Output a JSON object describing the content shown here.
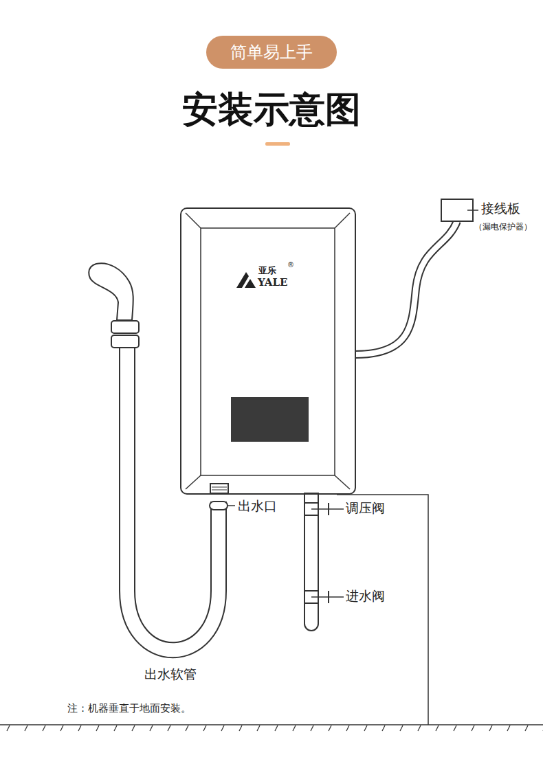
{
  "diagram": {
    "title": "安装示意图",
    "nodes": [
      {
        "text": [
          "简单易上手"
        ]
      },
      {
        "text": [
          "亚乐",
          "YALE",
          "®"
        ]
      }
    ],
    "labels": [
      "接线板",
      "（漏电保护器）",
      "出水口",
      "调压阀",
      "进水阀",
      "出水软管",
      "注：机器垂直于地面安装。"
    ]
  }
}
